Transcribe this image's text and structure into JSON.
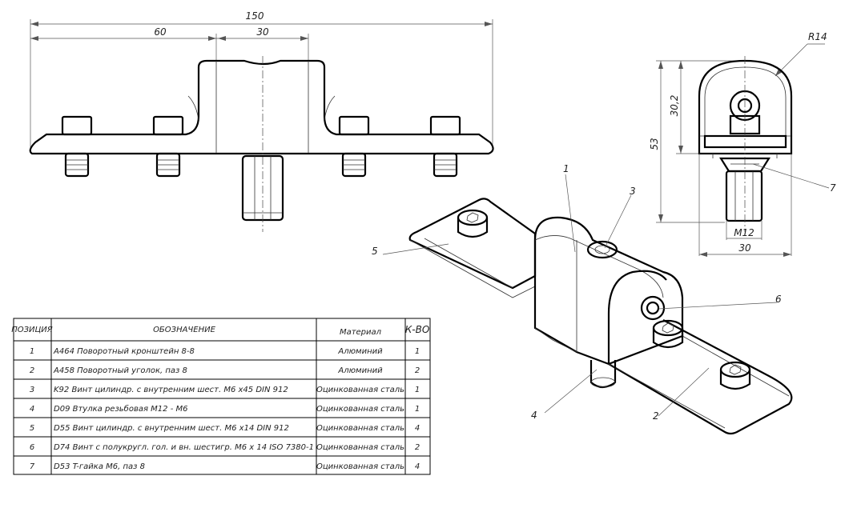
{
  "dimensions": {
    "overall_width": "150",
    "left_part": "60",
    "center_part": "30",
    "radius": "R14",
    "height_upper": "30,2",
    "height_total": "53",
    "thread": "M12",
    "width_side": "30"
  },
  "callouts": [
    "1",
    "2",
    "3",
    "4",
    "5",
    "6",
    "7"
  ],
  "bom": {
    "headers": {
      "position": "ПОЗИЦИЯ",
      "designation": "ОБОЗНАЧЕНИЕ",
      "material": "Материал",
      "qty": "К-ВО"
    },
    "rows": [
      {
        "pos": "1",
        "name": "A464 Поворотный кронштейн 8-8",
        "material": "Алюминий",
        "qty": "1"
      },
      {
        "pos": "2",
        "name": "A458 Поворотный уголок, паз 8",
        "material": "Алюминий",
        "qty": "2"
      },
      {
        "pos": "3",
        "name": "K92 Винт цилиндр. с внутренним шест. M6 x45 DIN 912",
        "material": "Оцинкованная сталь",
        "qty": "1"
      },
      {
        "pos": "4",
        "name": "D09 Втулка резьбовая M12 - M6",
        "material": "Оцинкованная сталь",
        "qty": "1"
      },
      {
        "pos": "5",
        "name": "D55 Винт цилиндр. с внутренним шест. M6 x14 DIN 912",
        "material": "Оцинкованная сталь",
        "qty": "4"
      },
      {
        "pos": "6",
        "name": "D74 Винт с полукругл. гол. и вн. шестигр. M6 x 14 ISO 7380-1",
        "material": "Оцинкованная сталь",
        "qty": "2"
      },
      {
        "pos": "7",
        "name": "D53 T-гайка M6, паз 8",
        "material": "Оцинкованная сталь",
        "qty": "4"
      }
    ]
  }
}
